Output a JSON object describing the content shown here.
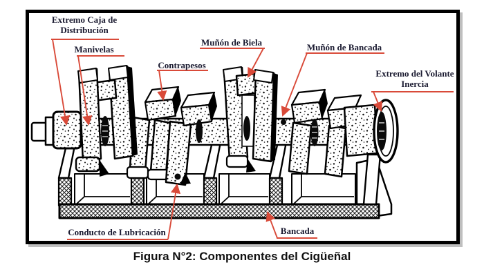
{
  "figure": {
    "caption": "Figura N°2: Componentes del Cigüeñal",
    "labels": {
      "extremo_caja": {
        "line1": "Extremo Caja de",
        "line2": "Distribución"
      },
      "manivelas": {
        "text": "Manivelas"
      },
      "contrapesos": {
        "text": "Contrapesos"
      },
      "munon_biela": {
        "text": "Muñón de Biela"
      },
      "munon_bancada": {
        "text": "Muñón de Bancada"
      },
      "extremo_volante": {
        "line1": "Extremo del Volante",
        "line2": "Inercia"
      },
      "conducto_lubricacion": {
        "text": "Conducto de Lubricación"
      },
      "bancada": {
        "text": "Bancada"
      }
    },
    "colors": {
      "leader_red": "#d94a39",
      "label_text": "#1a1a30",
      "ink": "#000000"
    }
  }
}
